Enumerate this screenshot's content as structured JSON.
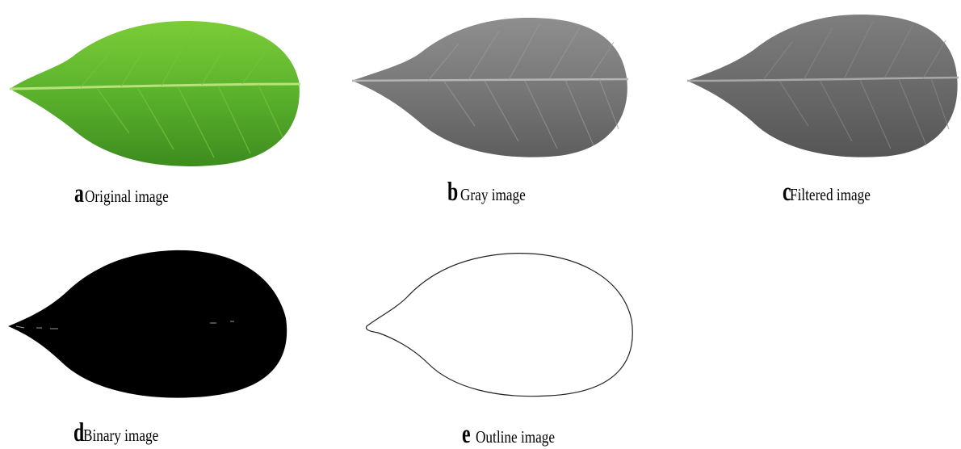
{
  "panels": [
    {
      "letter": "a",
      "label": "Original image"
    },
    {
      "letter": "b",
      "label": "Gray image"
    },
    {
      "letter": "c",
      "label": "Filtered image"
    },
    {
      "letter": "d",
      "label": "Binary image"
    },
    {
      "letter": "e",
      "label": "Outline image"
    }
  ],
  "colors": {
    "leaf_green_light": "#8ad63e",
    "leaf_green_mid": "#5cb82c",
    "leaf_green_dark": "#3f8f20",
    "gray_light": "#9a9a9a",
    "gray_mid": "#7a7a7a",
    "gray_dark": "#5c5c5c",
    "filtered_light": "#8c8c8c",
    "filtered_mid": "#6a6a6a",
    "binary": "#000000",
    "outline": "#222222"
  }
}
